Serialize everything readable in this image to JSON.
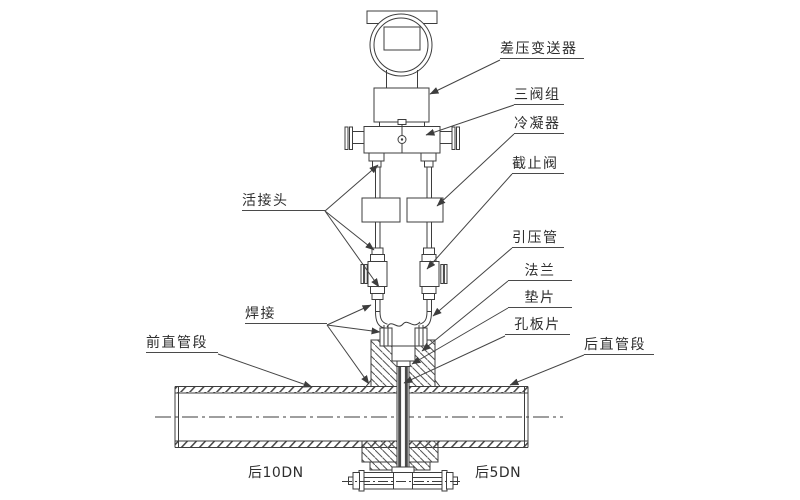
{
  "labels": {
    "transmitter": "差压变送器",
    "three_valve_manifold": "三阀组",
    "condenser": "冷凝器",
    "stop_valve": "截止阀",
    "impulse_pipe": "引压管",
    "flange": "法兰",
    "gasket": "垫片",
    "orifice_plate": "孔板片",
    "union_joint": "活接头",
    "welding": "焊接",
    "front_straight_pipe": "前直管段",
    "rear_straight_pipe": "后直管段",
    "left_dimension": "后10DN",
    "right_dimension": "后5DN"
  },
  "colors": {
    "line": "#3d3d3d",
    "text": "#2e2e2e",
    "background": "#ffffff"
  }
}
